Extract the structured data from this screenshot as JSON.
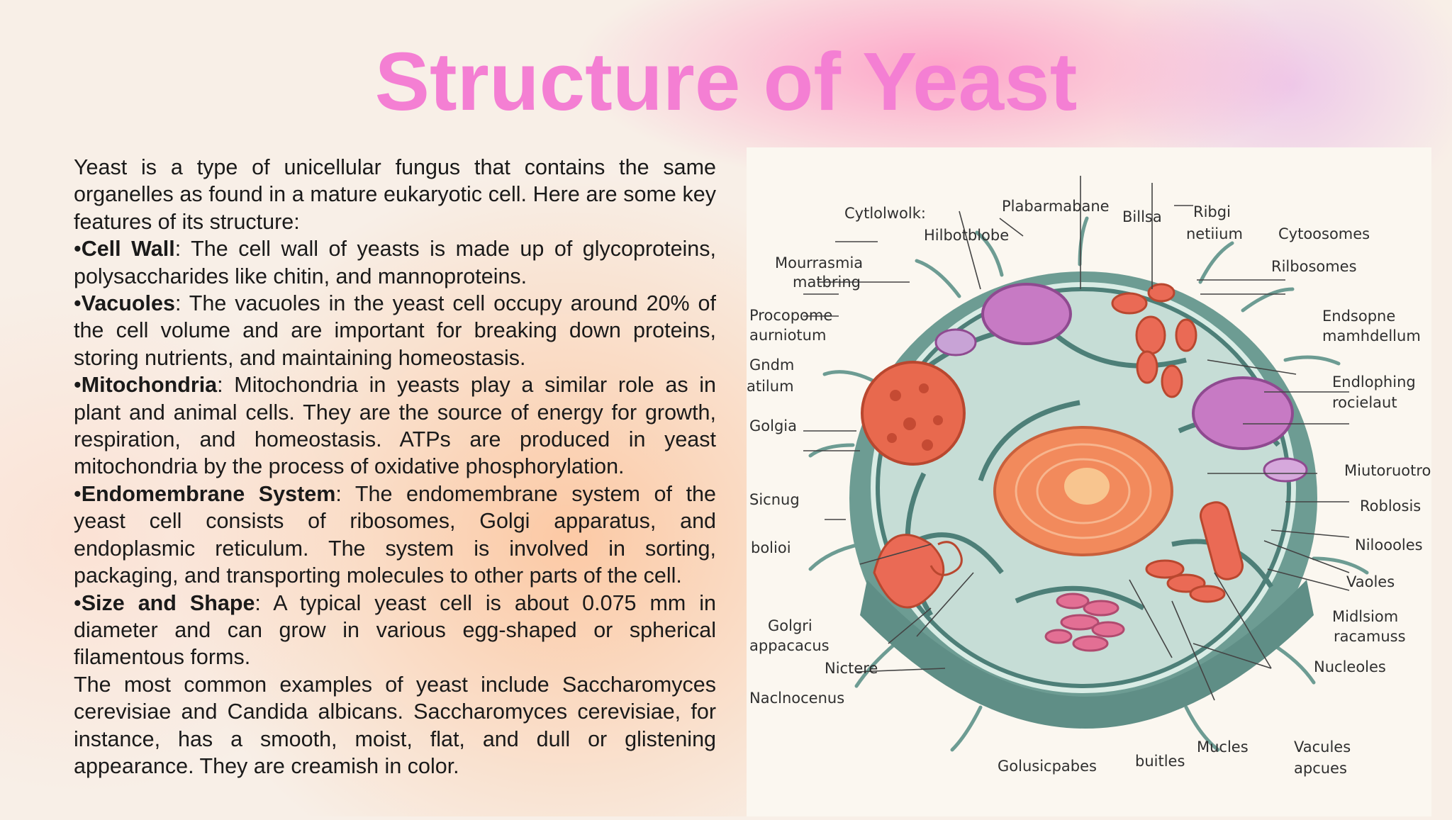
{
  "title": "Structure of Yeast",
  "intro": "Yeast is a type of unicellular fungus that contains the same organelles as found in a mature eukaryotic cell. Here are some key features of its structure:",
  "bullet_marker": "•",
  "features": [
    {
      "term": "Cell Wall",
      "text": ": The cell wall of yeasts is made up of glycoproteins, polysaccharides like chitin, and mannoproteins."
    },
    {
      "term": "Vacuoles",
      "text": ": The vacuoles in the yeast cell occupy around 20% of the cell volume and are important for breaking down proteins, storing nutrients, and maintaining homeostasis."
    },
    {
      "term": "Mitochondria",
      "text": ": Mitochondria in yeasts play a similar role as in plant and animal cells. They are the source of energy for growth, respiration, and homeostasis. ATPs are produced in yeast mitochondria by the process of oxidative phosphorylation."
    },
    {
      "term": "Endomembrane System",
      "text": ": The endomembrane system of the yeast cell consists of ribosomes, Golgi apparatus, and endoplasmic reticulum. The system is involved in sorting, packaging, and transporting molecules to other parts of the cell."
    },
    {
      "term": "Size and Shape",
      "text": ": A typical yeast cell is about 0.075 mm in diameter and can grow in various egg-shaped or spherical filamentous forms."
    }
  ],
  "closing": "The most common examples of yeast include Saccharomyces cerevisiae and Candida albicans. Saccharomyces cerevisiae, for instance, has a smooth, moist, flat, and dull or glistening appearance. They are creamish in color.",
  "diagram_labels": {
    "cytolwolk": "Cytlolwolk:",
    "plabarmabane": "Plabarmabane",
    "billsa": "Billsa",
    "ribgi": "Ribgi",
    "netiium": "netiium",
    "cytoosomes": "Cytoosomes",
    "hilbotblobe": "Hilbotblobe",
    "mourrasmia": "Mourrasmia",
    "matbring": "matbring",
    "rilbosomes": "Rilbosomes",
    "procopome": "Procopome",
    "aurniotum": "aurniotum",
    "endsopne": "Endsopne",
    "mamhdellum": "mamhdellum",
    "gndm": "Gndm",
    "atilum": "atilum",
    "endlophing": "Endlophing",
    "rocielaut": "rocielaut",
    "golgia": "Golgia",
    "miutoruotro": "Miutoruotro",
    "sicnug": "Sicnug",
    "roblosis": "Roblosis",
    "bolioi": "bolioi",
    "niloooles": "Niloooles",
    "vaoles": "Vaoles",
    "golgri": "Golgri",
    "appacacus": "appacacus",
    "midlsiom": "Midlsiom",
    "racamuss": "racamuss",
    "nictere": "Nictere",
    "nucleoles": "Nucleoles",
    "naclnocenus": "Naclnocenus",
    "mucles": "Mucles",
    "vacules": "Vacules",
    "apcues": "apcues",
    "golusicpabes": "Golusicpabes",
    "buitles": "buitles"
  },
  "colors": {
    "title": "#f47fd3",
    "cytoplasm": "#5d8f86",
    "membrane": "#d5ebe2",
    "nucleus": "#f28a5c",
    "vacuole": "#c77ac4",
    "mitochondria": "#ea6a55"
  }
}
